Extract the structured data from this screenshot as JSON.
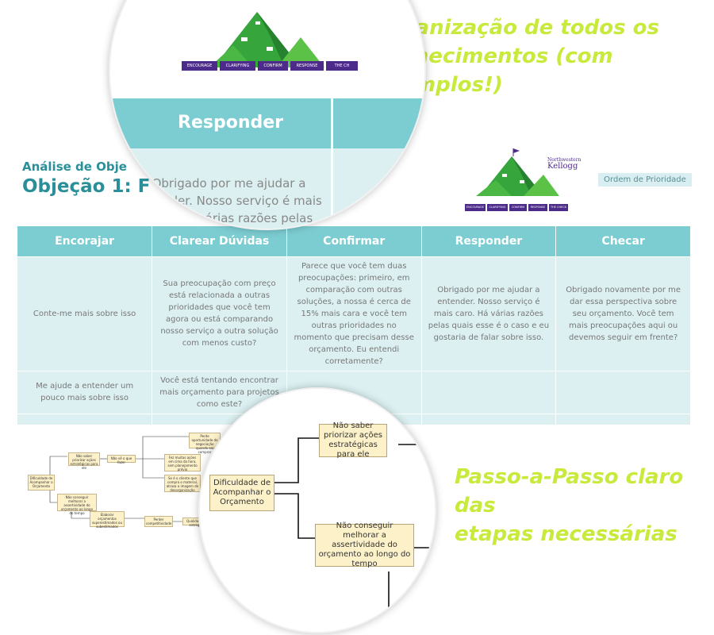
{
  "headline_top": [
    "Organização de todos os",
    "conhecimentos (com exemplos!)"
  ],
  "headline_bottom": [
    "Passo-a-Passo claro das",
    "etapas necessárias"
  ],
  "objection": {
    "subtitle": "Análise de Obje",
    "title": "Objeção 1: F",
    "priority_label": "Ordem de Prioridade"
  },
  "brand": {
    "line1": "Northwestern",
    "line2": "Kellogg"
  },
  "steps_small": [
    "ENCOURAGE",
    "CLARIFYING QUESTIONS",
    "CONFIRM",
    "RESPONSE",
    "THE CHECK"
  ],
  "steps_lens": [
    "ENCOURAGE",
    "CLARIFYING QUESTIONS",
    "CONFIRM",
    "RESPONSE",
    "THE CH"
  ],
  "table": {
    "headers": [
      "Encorajar",
      "Clarear Dúvidas",
      "Confirmar",
      "Responder",
      "Checar"
    ],
    "row1": [
      "Conte-me mais sobre isso",
      "Sua preocupação com preço está relacionada a outras prioridades que você tem agora ou está comparando nosso serviço a outra solução com menos custo?",
      "Parece que você tem duas preocupações: primeiro, em comparação com outras soluções, a nossa é cerca de 15% mais cara e você tem outras prioridades no momento que precisam desse orçamento. Eu entendi corretamente?",
      "Obrigado por me ajudar a entender. Nosso serviço é mais caro. Há várias razões pelas quais esse é o caso e eu gostaria de falar sobre isso.",
      "Obrigado novamente por me dar essa perspectiva sobre seu orçamento. Você tem mais preocupações aqui ou devemos seguir em frente?"
    ],
    "row2": [
      "Me ajude a entender um pouco mais sobre isso",
      "Você está tentando encontrar mais orçamento para projetos como este?",
      "",
      "",
      ""
    ]
  },
  "lens1": {
    "header": "Responder",
    "text": "Obrigado por me ajudar a entender. Nosso serviço é mais caro. Há várias razões pelas quais esse é o caso e eu gostaria"
  },
  "flow_small": {
    "root": "Dificuldade de Acompanhar o Orçamento",
    "a": "Não saber priorizar ações estratégicas para ele",
    "b": "Não conseguir melhorar a assertividade do orçamento ao longo do tempo",
    "a1": "Não vê o que fazer",
    "a2": "Fez muitas ações em cima da hora, sem planejamento prévio",
    "a3": "Se é o cliente que compra o material, atrasa a imagem de desorganização",
    "a4": "Perde oportunidade de negociação quando sai comprar",
    "b1": "Elaborar orçamentos superestimados ou subestimados",
    "b2": "Perder competitividade",
    "b3": "Qualidade a entregar"
  },
  "flow_lens": {
    "root": "Dificuldade de Acompanhar o Orçamento",
    "a": "Não saber priorizar ações estratégicas para ele",
    "b": "Não conseguir melhorar a assertividade do orçamento ao longo do tempo"
  }
}
